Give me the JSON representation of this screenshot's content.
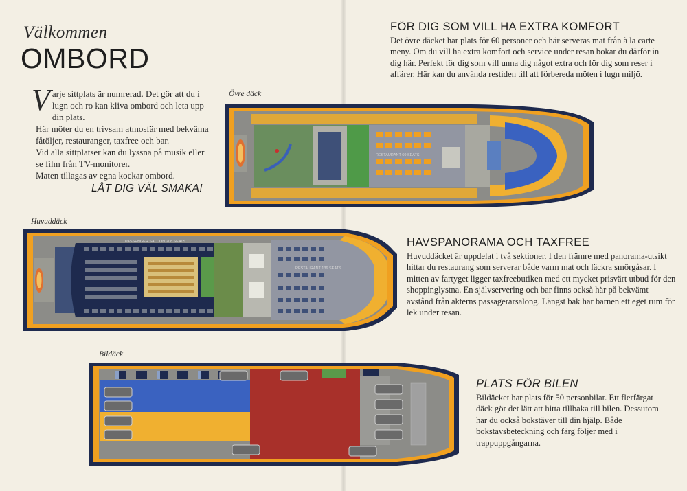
{
  "welcome": {
    "script": "Välkommen",
    "title": "OMBORD",
    "dropcap": "V",
    "paragraphs": [
      "arje sittplats är numrerad. Det gör att du i lugn och ro kan kliva ombord och leta upp din plats.",
      "Här möter du en trivsam atmosfär med bekväma fåtöljer, restauranger, taxfree och bar.",
      "Vid alla sittplatser kan du lyssna på musik eller se film från TV-monitorer.",
      "Maten tillagas av egna kockar ombord."
    ],
    "slogan": "LÅT DIG VÄL SMAKA!"
  },
  "comfort": {
    "heading": "FÖR DIG SOM VILL HA EXTRA KOMFORT",
    "text": "Det övre däcket har plats för 60 personer och här serveras mat från à la carte meny. Om du vill ha extra komfort och service under resan bokar du därför in dig här. Perfekt för dig som vill unna dig något extra och för dig som reser i affärer. Här kan du använda restiden till att förbereda möten i lugn miljö."
  },
  "panorama": {
    "heading": "HAVSPANORAMA OCH TAXFREE",
    "text": "Huvuddäcket är uppdelat i två sektioner. I den främre med panorama-utsikt hittar du restaurang som serverar både varm mat och läckra smörgåsar. I mitten av fartyget ligger taxfreebutiken med ett mycket prisvärt utbud för den shoppinglystna. En självservering och bar finns också här på bekvämt avstånd från akterns passagerarsalong. Längst bak har barnen ett eget rum för lek under resan."
  },
  "cars": {
    "heading": "PLATS FÖR BILEN",
    "text": "Bildäcket har plats för 50 personbilar. Ett flerfärgat däck gör det lätt att hitta tillbaka till bilen. Dessutom har du också bokstäver till din hjälp. Både bokstavsbeteckning och färg följer med i trappuppgångarna."
  },
  "decks": {
    "upper_label": "Övre däck",
    "main_label": "Huvuddäck",
    "car_label": "Bildäck",
    "upper_restaurant": "RESTAURANT 60 SEATS",
    "main_saloon": "PASSENGER SALOON 208 SEATS",
    "main_restaurant": "RESTAURANT 136 SEATS"
  },
  "colors": {
    "hull": "#f0a020",
    "deck": "#8c8c88",
    "navy": "#1e2a4e",
    "green": "#5a9a4a",
    "blue_zone": "#3a62c0",
    "yellow_zone": "#f0b030",
    "red_zone": "#a8302a"
  }
}
